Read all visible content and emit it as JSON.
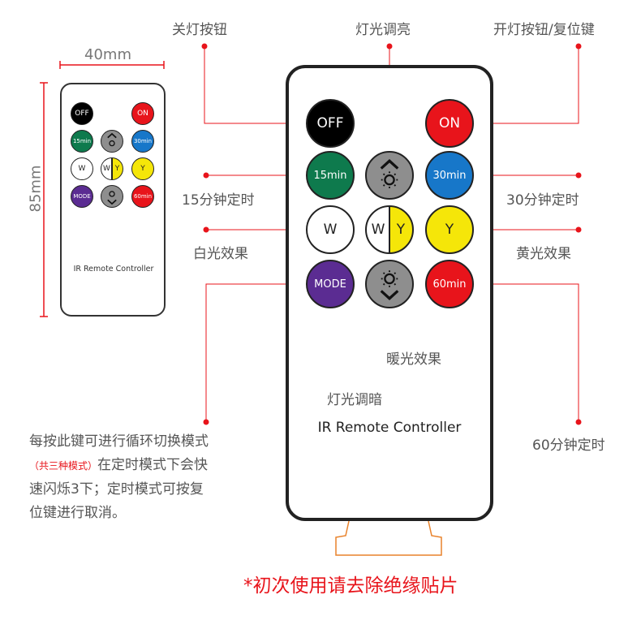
{
  "dimensions": {
    "width": "40mm",
    "height": "85mm"
  },
  "remote": {
    "brand": "IR Remote Controller",
    "buttons": {
      "off": "OFF",
      "on": "ON",
      "t15": "15min",
      "t30": "30min",
      "t60": "60min",
      "white": "W",
      "wy_w": "W",
      "wy_y": "Y",
      "yellow": "Y",
      "mode": "MODE"
    },
    "icons": [
      "brightness-up-icon",
      "brightness-down-icon"
    ]
  },
  "labels": {
    "off": "关灯按钮",
    "bright_up": "灯光调亮",
    "on": "开灯按钮/复位键",
    "t15": "15分钟定时",
    "t30": "30分钟定时",
    "white": "白光效果",
    "yellow": "黄光效果",
    "warm": "暖光效果",
    "bright_down": "灯光调暗",
    "t60": "60分钟定时"
  },
  "mode_note": {
    "line1": "每按此键可进行循环切换模式",
    "highlight": "（共三种模式）",
    "line2": "在定时模式下会快",
    "line3": "速闪烁3下；定时模式可按复",
    "line4": "位键进行取消。"
  },
  "warning": "*初次使用请去除绝缘贴片",
  "colors": {
    "accent_red": "#e8141b",
    "off": "#000000",
    "on": "#e8141b",
    "t15": "#0e7a4d",
    "t30": "#1777c9",
    "t60": "#e8141b",
    "yellow": "#f5e609",
    "mode": "#5b2c92",
    "dimmer": "#8e8e8e"
  }
}
